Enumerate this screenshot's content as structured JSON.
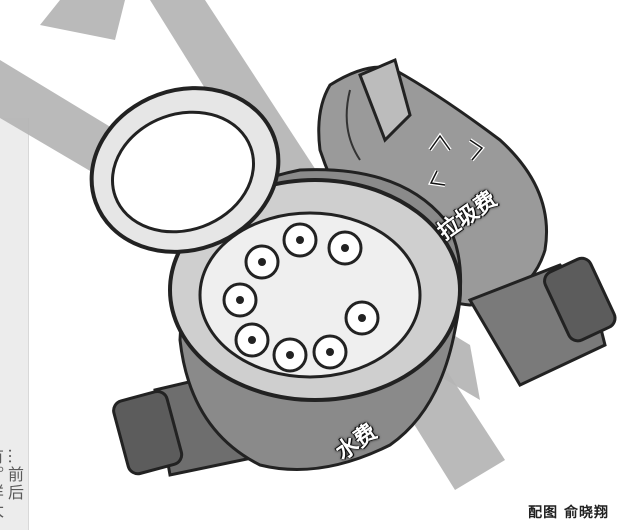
{
  "labels": {
    "garbage_fee": "拉圾费",
    "water_fee": "水费"
  },
  "caption": "配图 俞晓翔",
  "side_text": "…前后有。样太",
  "colors": {
    "sign_gray": "#b4b4b4",
    "meter_dark": "#5c5c5c",
    "meter_mid": "#8a8a8a",
    "bag": "#9a9a9a",
    "background": "#ffffff"
  }
}
